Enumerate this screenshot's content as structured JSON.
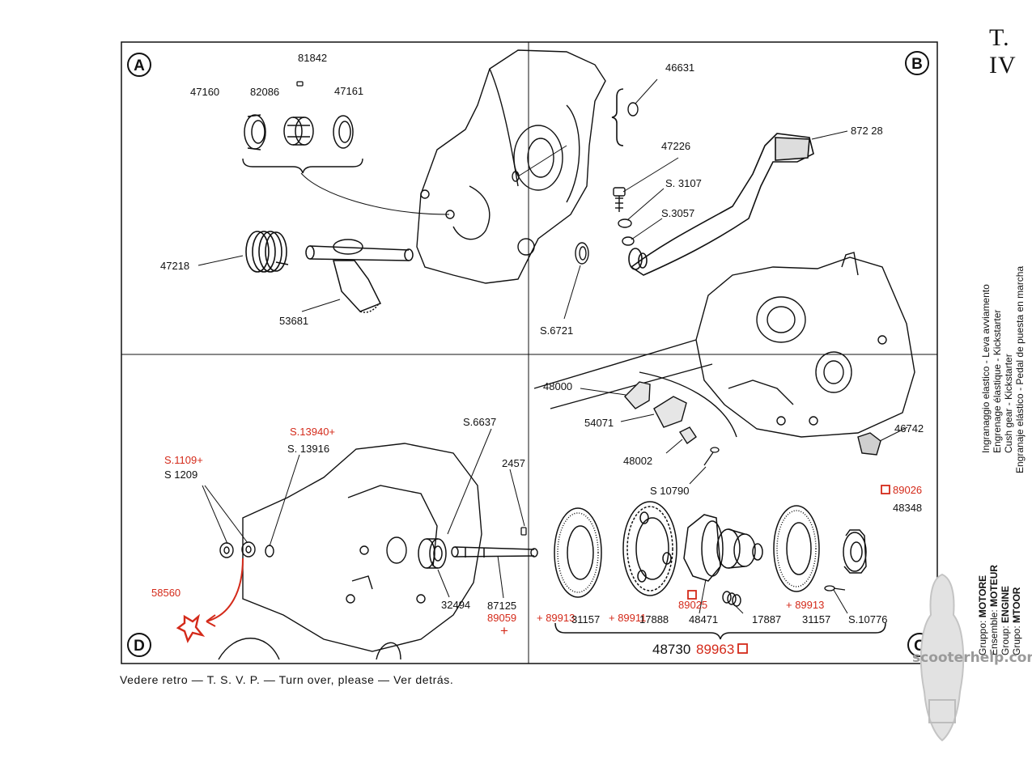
{
  "sheet": "T. IV",
  "quadrants": [
    "A",
    "B",
    "C",
    "D"
  ],
  "parts": {
    "p81842": "81842",
    "p47160": "47160",
    "p82086": "82086",
    "p47161": "47161",
    "p47218": "47218",
    "p53681": "53681",
    "p46631": "46631",
    "p87228": "872 28",
    "p47226": "47226",
    "s3107": "S. 3107",
    "s3057": "S.3057",
    "s6721": "S.6721",
    "p48000": "48000",
    "p54071": "54071",
    "p48002": "48002",
    "s10790": "S 10790",
    "p46742": "46742",
    "s6637": "S.6637",
    "s13940": "S.13940+",
    "s13916": "S. 13916",
    "s1109": "S.1109+",
    "s1209": "S 1209",
    "p2457": "2457",
    "p58560": "58560",
    "p32494": "32494",
    "p87125": "87125",
    "p89059": "89059",
    "plus": "+",
    "plus89913a": "+ 89913",
    "p31157a": "31157",
    "plus89911": "+ 89911",
    "p17888": "17888",
    "p89025": "89025",
    "p48471": "48471",
    "p17887": "17887",
    "plus89913b": "+ 89913",
    "p31157b": "31157",
    "s10776": "S.10776",
    "p89026": "89026",
    "p48348": "48348",
    "group48730": "48730",
    "group89963": "89963"
  },
  "footer": "Vedere retro — T. S. V. P. — Turn over, please — Ver detrás.",
  "side_titles": [
    "Ingranaggio elastico - Leva avviamento",
    "Engrenage élastique - Kickstarter",
    "Cush gear - Kickstarter",
    "Engranaje elástico - Pedal de puesta en marcha"
  ],
  "group_lines": [
    {
      "label": "Gruppo:",
      "value": "MOTORE"
    },
    {
      "label": "Ensemble:",
      "value": "MOTEUR"
    },
    {
      "label": "Group:",
      "value": "ENGINE"
    },
    {
      "label": "Grupo:",
      "value": "MTOOR"
    }
  ],
  "watermark": "scooterhelp.com",
  "colors": {
    "ink": "#111111",
    "accent": "#d42a1a",
    "watermark": "#9a9a9a"
  }
}
